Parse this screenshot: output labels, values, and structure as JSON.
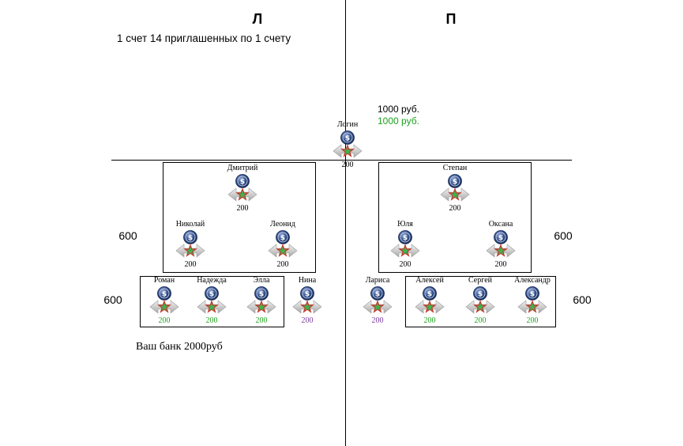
{
  "header": {
    "left_label": "Л",
    "right_label": "П"
  },
  "subtitle": "1 счет 14 приглашенных по 1 счету",
  "money": {
    "line1": "1000 руб.",
    "line2": "1000 руб."
  },
  "bank": "Ваш банк 2000руб",
  "side_labels": {
    "left_upper": "600",
    "right_upper": "600",
    "left_lower": "600",
    "right_lower": "600"
  },
  "colors": {
    "green": "#1ea31e",
    "purple": "#7a3aa0",
    "black": "#000000",
    "coin": "#2e4b86",
    "star": "#c0392b"
  },
  "icon": "dollar-coin-with-star-icon",
  "nodes": {
    "root": {
      "name": "Логин",
      "amount": "200",
      "amount_color": "black"
    },
    "n1": {
      "name": "Дмитрий",
      "amount": "200",
      "amount_color": "black"
    },
    "n2": {
      "name": "Степан",
      "amount": "200",
      "amount_color": "black"
    },
    "n3": {
      "name": "Николай",
      "amount": "200",
      "amount_color": "black"
    },
    "n4": {
      "name": "Леонид",
      "amount": "200",
      "amount_color": "black"
    },
    "n5": {
      "name": "Юля",
      "amount": "200",
      "amount_color": "black"
    },
    "n6": {
      "name": "Оксана",
      "amount": "200",
      "amount_color": "black"
    },
    "n7": {
      "name": "Роман",
      "amount": "200",
      "amount_color": "green"
    },
    "n8": {
      "name": "Надежда",
      "amount": "200",
      "amount_color": "green"
    },
    "n9": {
      "name": "Элла",
      "amount": "200",
      "amount_color": "green"
    },
    "n10": {
      "name": "Нина",
      "amount": "200",
      "amount_color": "purple"
    },
    "n11": {
      "name": "Лариса",
      "amount": "200",
      "amount_color": "purple"
    },
    "n12": {
      "name": "Алексей",
      "amount": "200",
      "amount_color": "green"
    },
    "n13": {
      "name": "Сергей",
      "amount": "200",
      "amount_color": "green"
    },
    "n14": {
      "name": "Александр",
      "amount": "200",
      "amount_color": "green"
    }
  }
}
